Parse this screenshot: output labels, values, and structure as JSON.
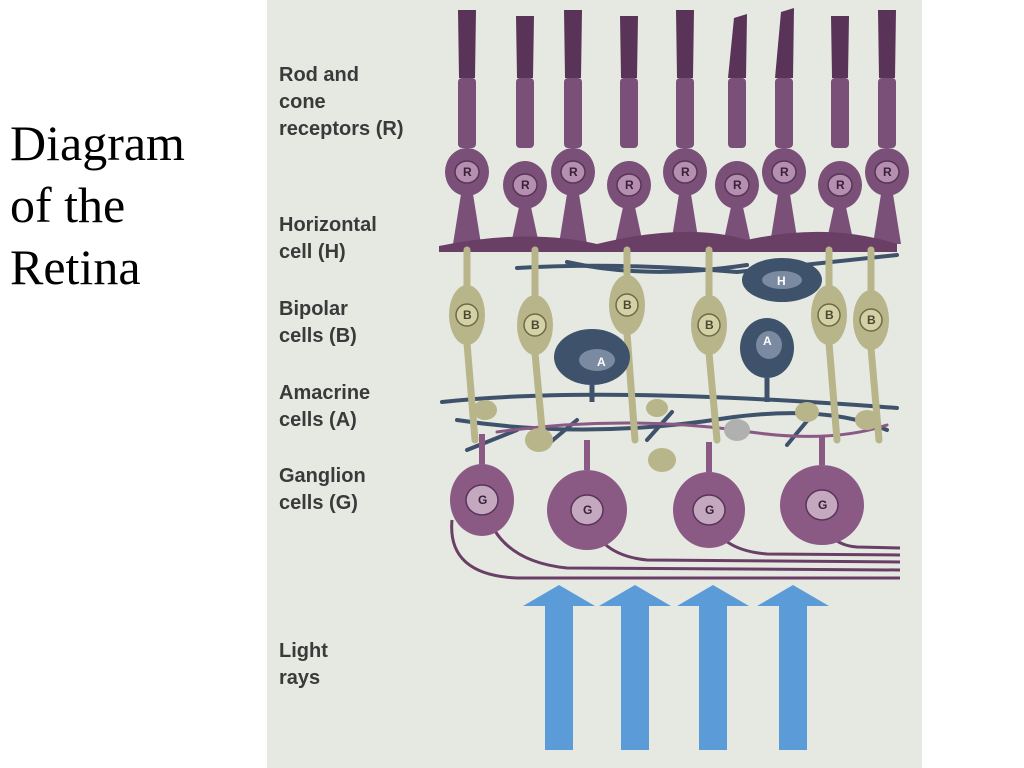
{
  "title": {
    "line1": "Diagram",
    "line2": "of the",
    "line3": "Retina"
  },
  "labels": {
    "receptors": {
      "line1": "Rod and",
      "line2": "cone",
      "line3": "receptors (R)"
    },
    "horizontal": {
      "line1": "Horizontal",
      "line2": "cell (H)"
    },
    "bipolar": {
      "line1": "Bipolar",
      "line2": "cells (B)"
    },
    "amacrine": {
      "line1": "Amacrine",
      "line2": "cells (A)"
    },
    "ganglion": {
      "line1": "Ganglion",
      "line2": "cells (G)"
    },
    "light": {
      "line1": "Light",
      "line2": "rays"
    }
  },
  "cell_letters": {
    "receptor": "R",
    "horizontal": "H",
    "bipolar": "B",
    "amacrine": "A",
    "ganglion": "G"
  },
  "colors": {
    "panel": "#e6e8e2",
    "receptor": "#7a4f78",
    "receptor_dark": "#5a3458",
    "bipolar": "#b8b58a",
    "horizontal": "#3f526b",
    "amacrine": "#3f526b",
    "ganglion": "#8a5a84",
    "light_arrow": "#5b9bd8"
  }
}
